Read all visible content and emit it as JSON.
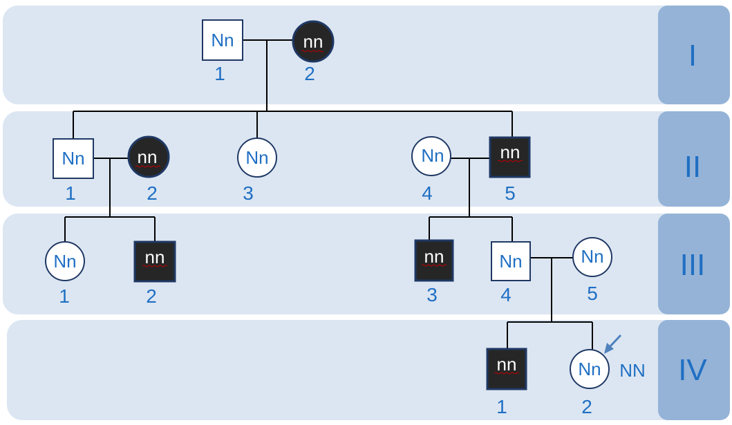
{
  "generations": [
    "I",
    "II",
    "III",
    "IV"
  ],
  "individuals": {
    "I1": {
      "genotype": "Nn",
      "number": "1",
      "sex": "male",
      "affected": false
    },
    "I2": {
      "genotype": "nn",
      "number": "2",
      "sex": "female",
      "affected": true
    },
    "II1": {
      "genotype": "Nn",
      "number": "1",
      "sex": "male",
      "affected": false
    },
    "II2": {
      "genotype": "nn",
      "number": "2",
      "sex": "female",
      "affected": true
    },
    "II3": {
      "genotype": "Nn",
      "number": "3",
      "sex": "female",
      "affected": false
    },
    "II4": {
      "genotype": "Nn",
      "number": "4",
      "sex": "female",
      "affected": false
    },
    "II5": {
      "genotype": "nn",
      "number": "5",
      "sex": "male",
      "affected": true
    },
    "III1": {
      "genotype": "Nn",
      "number": "1",
      "sex": "female",
      "affected": false
    },
    "III2": {
      "genotype": "nn",
      "number": "2",
      "sex": "male",
      "affected": true
    },
    "III3": {
      "genotype": "nn",
      "number": "3",
      "sex": "male",
      "affected": true
    },
    "III4": {
      "genotype": "Nn",
      "number": "4",
      "sex": "male",
      "affected": false
    },
    "III5": {
      "genotype": "Nn",
      "number": "5",
      "sex": "female",
      "affected": false
    },
    "IV1": {
      "genotype": "nn",
      "number": "1",
      "sex": "male",
      "affected": true
    },
    "IV2": {
      "genotype": "Nn",
      "number": "2",
      "sex": "female",
      "affected": false,
      "proband": true
    }
  },
  "proband_note": "NN",
  "colors": {
    "band": "#dce6f2",
    "generation_tab": "#95b3d7",
    "label_blue": "#1f6fc3",
    "affected_fill": "#262626",
    "outline": "#1f3864",
    "arrow": "#4f81bd"
  }
}
